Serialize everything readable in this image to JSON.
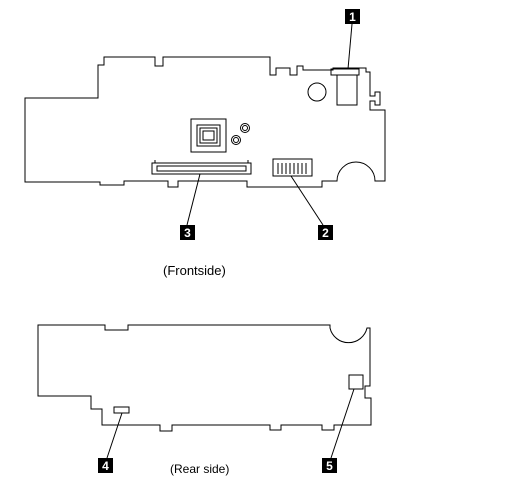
{
  "captions": {
    "front": "(Frontside)",
    "rear": "(Rear side)"
  },
  "callouts": {
    "c1": "1",
    "c2": "2",
    "c3": "3",
    "c4": "4",
    "c5": "5"
  }
}
